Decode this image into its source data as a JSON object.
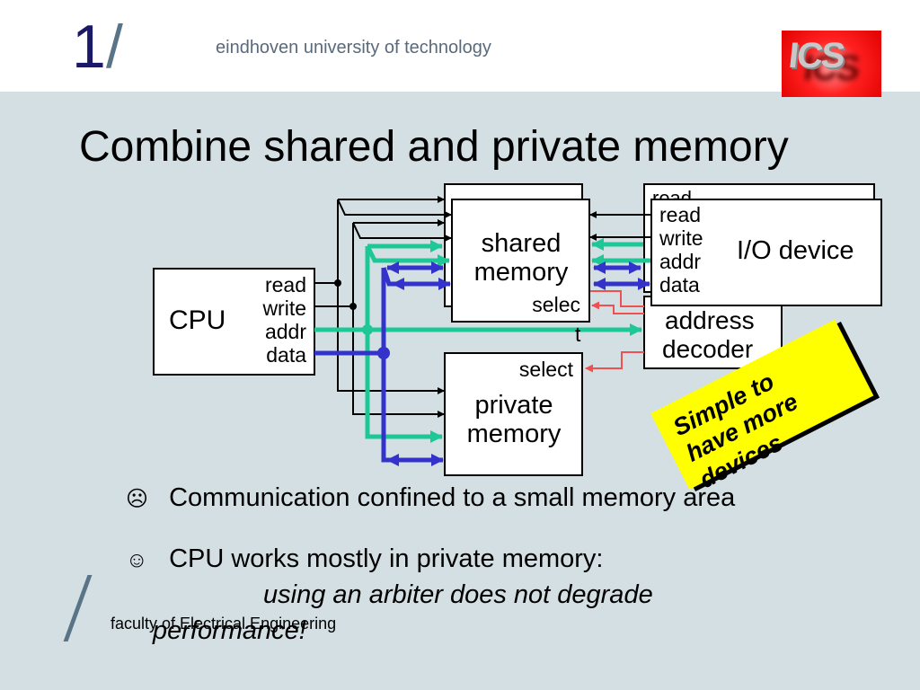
{
  "header": {
    "logo_number": "1",
    "logo_slash": "/",
    "university": "eindhoven university of technology",
    "ics_logo": "ICS"
  },
  "slide": {
    "title": "Combine shared and private memory"
  },
  "diagram": {
    "cpu": {
      "label": "CPU",
      "ports": [
        "read",
        "write",
        "addr",
        "data"
      ]
    },
    "shared_memory": {
      "label_line1": "shared",
      "label_line2": "memory",
      "select_label_a": "selec",
      "select_label_b": "t",
      "behind_label": ""
    },
    "private_memory": {
      "label_line1": "private",
      "label_line2": "memory",
      "select_label": "select"
    },
    "io_device": {
      "label": "I/O device",
      "ports": [
        "read",
        "write",
        "addr",
        "data"
      ],
      "behind_label": "read"
    },
    "address_decoder": {
      "label_line1": "address",
      "label_line2": "decoder"
    },
    "colors": {
      "control": "#000000",
      "address": "#1ec896",
      "data": "#3333cc",
      "select": "#f05050"
    }
  },
  "note": {
    "text_line1": "Simple to",
    "text_line2": "have more",
    "text_line3": "devices",
    "color": "#ffff00"
  },
  "bullets": [
    {
      "icon": "sad-face-icon",
      "glyph": "☹",
      "text": "Communication confined to a small memory area"
    },
    {
      "icon": "smiley-face-icon",
      "glyph": "☺",
      "text": "CPU works mostly in private memory:"
    }
  ],
  "sub_text_line1": "using an arbiter does not degrade",
  "sub_text_line2": "performance!",
  "footer": {
    "faculty": "faculty of Electrical Engineering"
  }
}
